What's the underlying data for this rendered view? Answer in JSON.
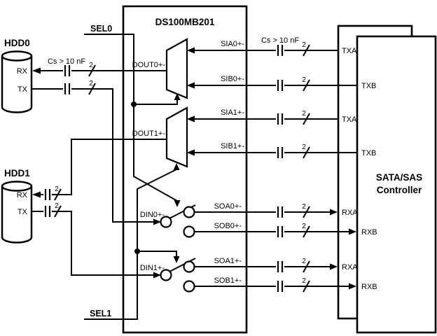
{
  "diagram": {
    "background": "#ffffff",
    "line_color": "#000000",
    "hdd0": {
      "title": "HDD0",
      "rx": "RX",
      "tx": "TX"
    },
    "hdd1": {
      "title": "HDD1",
      "rx": "RX",
      "tx": "TX"
    },
    "chip": {
      "title": "DS100MB201",
      "sel0": "SEL0",
      "sel1": "SEL1",
      "dout0": "DOUT0+-",
      "dout1": "DOUT1+-",
      "din0": "DIN0+-",
      "din1": "DIN1+-",
      "sia0": "SIA0+-",
      "sib0": "SIB0+-",
      "sia1": "SIA1+-",
      "sib1": "SIB1+-",
      "soa0": "SOA0+-",
      "sob0": "SOB0+-",
      "soa1": "SOA1+-",
      "sob1": "SOB1+-"
    },
    "controller": {
      "title_line1": "SATA/SAS",
      "title_line2": "Controller",
      "txa": "TXA",
      "txb": "TXB",
      "rxa": "RXA",
      "rxb": "RXB"
    },
    "notes": {
      "cap_note": "Cs > 10 nF",
      "bus_width": "2"
    }
  }
}
